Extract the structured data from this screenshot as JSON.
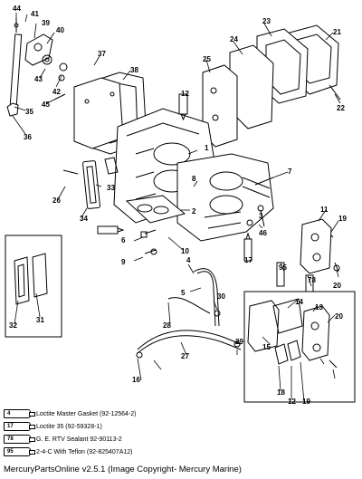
{
  "callouts": [
    "44",
    "41",
    "39",
    "40",
    "43",
    "42",
    "45",
    "35",
    "36",
    "37",
    "38",
    "23",
    "24",
    "21",
    "22",
    "25",
    "12",
    "1",
    "7",
    "26",
    "33",
    "34",
    "2",
    "3",
    "46",
    "17",
    "6",
    "9",
    "10",
    "11",
    "19",
    "8",
    "20",
    "4",
    "5",
    "30",
    "95",
    "78",
    "14",
    "15",
    "32",
    "31",
    "28",
    "29",
    "27",
    "16",
    "18",
    "12",
    "19",
    "13",
    "20"
  ],
  "legend": [
    {
      "tag": "4",
      "text": "Loctite Master Gasket (92-12564-2)"
    },
    {
      "tag": "17",
      "text": "Loctite 35 (92-59328-1)"
    },
    {
      "tag": "78",
      "text": "G. E. RTV Sealant  92-90113-2"
    },
    {
      "tag": "95",
      "text": "2-4-C  With Teflon  (92-825407A12)"
    }
  ],
  "copyright": "MercuryPartsOnline v2.5.1 (Image Copyright- Mercury Marine)"
}
